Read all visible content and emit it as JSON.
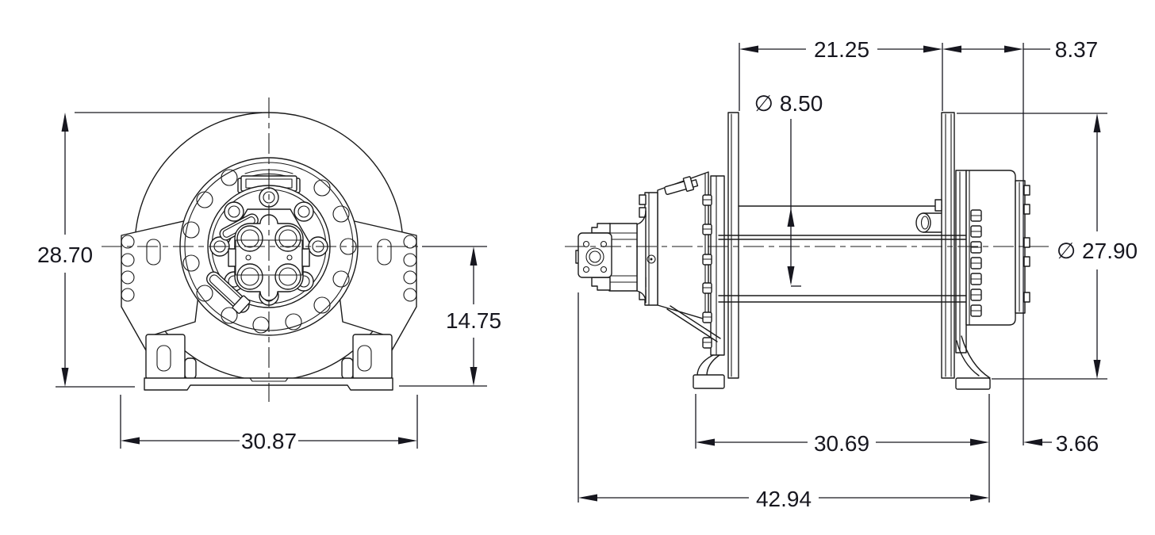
{
  "page": {
    "background": "#ffffff"
  },
  "drawing": {
    "type": "technical-dimension-drawing",
    "subject": "hydraulic-winch-two-view",
    "line_color": "#1a1a1a",
    "dim_color": "#17171f",
    "views": {
      "front": {
        "label": "front-end-view",
        "dims": {
          "overall_height": "28.70",
          "center_to_base": "14.75",
          "base_width": "30.87"
        }
      },
      "side": {
        "label": "side-view",
        "dims": {
          "drum_width": "21.25",
          "brake_end_width": "8.37",
          "barrel_dia": "∅ 8.50",
          "flange_dia": "∅ 27.90",
          "frame_length": "30.69",
          "brake_overhang": "3.66",
          "overall_length": "42.94"
        }
      }
    }
  }
}
